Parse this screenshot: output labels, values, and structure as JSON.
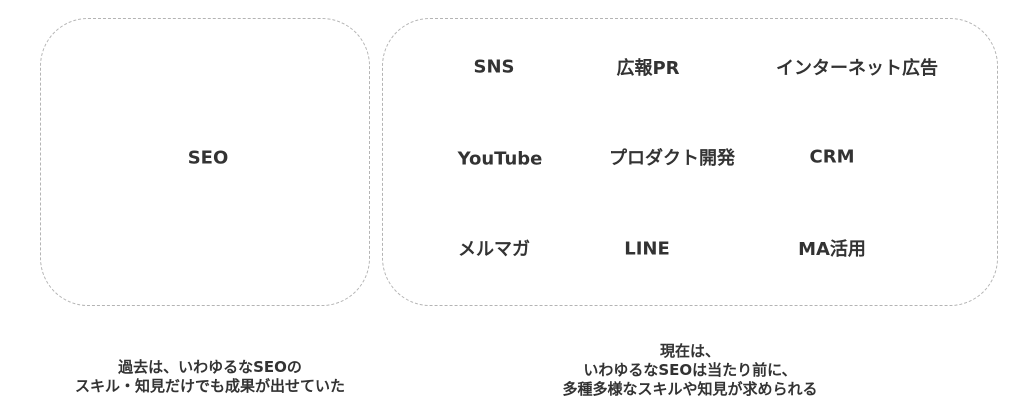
{
  "left_box": {
    "label": "SEO"
  },
  "right_box": {
    "items": [
      "SNS",
      "広報PR",
      "インターネット広告",
      "YouTube",
      "プロダクト開発",
      "CRM",
      "メルマガ",
      "LINE",
      "MA活用"
    ]
  },
  "captions": {
    "left": [
      "過去は、いわゆるなSEOの",
      "スキル・知見だけでも成果が出せていた"
    ],
    "right": [
      "現在は、",
      "いわゆるなSEOは当たり前に、",
      "多種多様なスキルや知見が求められる"
    ]
  }
}
